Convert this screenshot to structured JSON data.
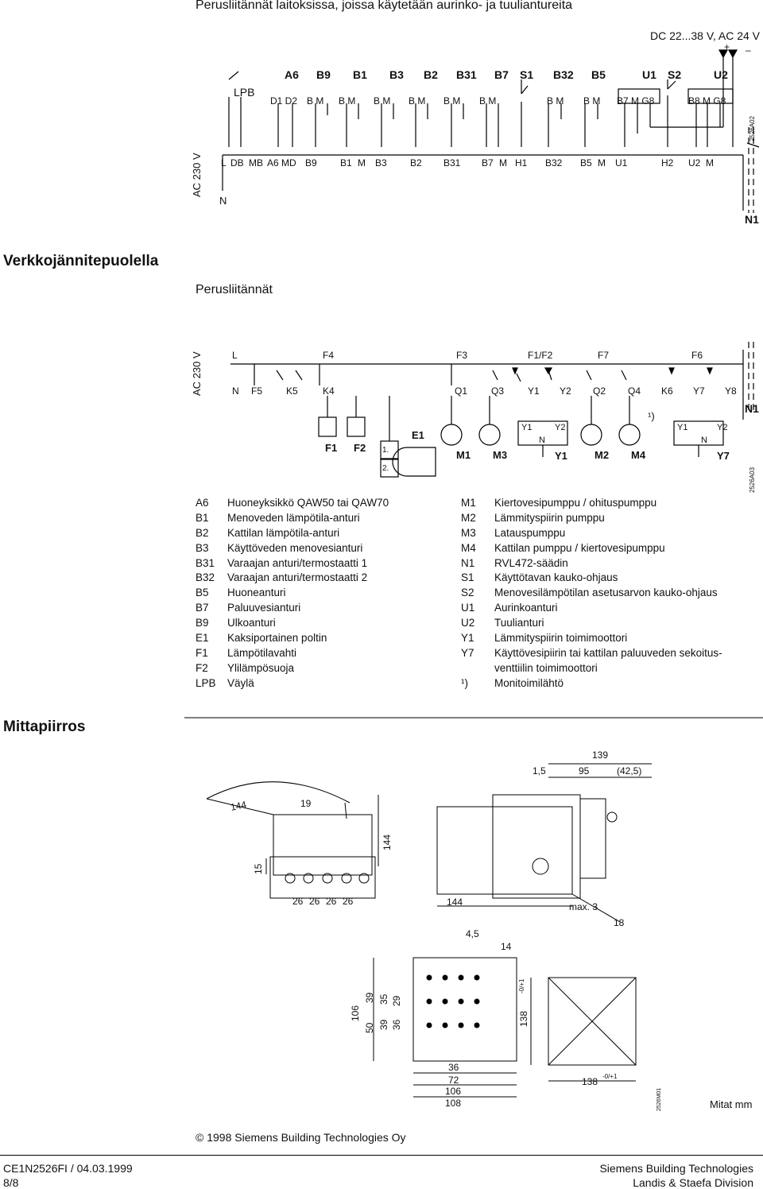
{
  "headings": {
    "top": "Perusliitännät laitoksissa, joissa käytetään aurinko- ja tuuliantureita",
    "network_side": "Verkkojännitepuolella",
    "basic": "Perusliitännät",
    "dimension": "Mittapiirros"
  },
  "diagram1": {
    "supply": "DC 22...38 V, AC 24 V",
    "plus": "+",
    "minus": "–",
    "ac_label": "AC 230 V",
    "code": "2526A02",
    "device": "N1",
    "top_row": [
      "A6",
      "B9",
      "B1",
      "B3",
      "B2",
      "B31",
      "B7",
      "S1",
      "B32",
      "B5",
      "U1",
      "S2",
      "U2"
    ],
    "lpb": "LPB",
    "bm": [
      "D1  D2",
      "B   M",
      "B   M",
      "B   M",
      "B   M",
      "B   M",
      "B   M",
      "B   M",
      "B   M",
      "B7 M G8",
      "B8 M G8"
    ],
    "bottom_terminals": [
      "L",
      "DB",
      "MB",
      "A6",
      "MD",
      "B9",
      "B1",
      "M",
      "B3",
      "B2",
      "B31",
      "B7",
      "M",
      "H1",
      "B32",
      "B5",
      "M",
      "U1",
      "H2",
      "U2",
      "M"
    ],
    "n": "N"
  },
  "diagram2": {
    "ac_label": "AC 230 V",
    "code": "2526A03",
    "device": "N1",
    "top_labels": [
      "L",
      "F4",
      "F3",
      "F1/F2",
      "F7",
      "F6"
    ],
    "row_labels": [
      "N",
      "F5",
      "K5",
      "K4",
      "Q1",
      "Q3",
      "Y1",
      "Y2",
      "Q2",
      "Q4",
      "K6",
      "Y7",
      "Y8"
    ],
    "components": [
      "F1",
      "F2",
      "E1",
      "M1",
      "M3",
      "Y1",
      "Y2",
      "N",
      "Y1",
      "M2",
      "M4",
      "Y1",
      "Y2",
      "N",
      "Y7"
    ],
    "stages": [
      "1.",
      "2."
    ],
    "note": "¹)"
  },
  "legend_left": [
    {
      "code": "A6",
      "text": "Huoneyksikkö QAW50 tai QAW70"
    },
    {
      "code": "B1",
      "text": "Menoveden lämpötila-anturi"
    },
    {
      "code": "B2",
      "text": "Kattilan lämpötila-anturi"
    },
    {
      "code": "B3",
      "text": "Käyttöveden menovesianturi"
    },
    {
      "code": "B31",
      "text": "Varaajan anturi/termostaatti 1"
    },
    {
      "code": "B32",
      "text": "Varaajan anturi/termostaatti 2"
    },
    {
      "code": "B5",
      "text": "Huoneanturi"
    },
    {
      "code": "B7",
      "text": "Paluuvesianturi"
    },
    {
      "code": "B9",
      "text": "Ulkoanturi"
    },
    {
      "code": "E1",
      "text": "Kaksiportainen poltin"
    },
    {
      "code": "F1",
      "text": "Lämpötilavahti"
    },
    {
      "code": "F2",
      "text": "Ylilämpösuoja"
    },
    {
      "code": "LPB",
      "text": "Väylä"
    }
  ],
  "legend_right": [
    {
      "code": "M1",
      "text": "Kiertovesipumppu / ohituspumppu"
    },
    {
      "code": "M2",
      "text": "Lämmityspiirin pumppu"
    },
    {
      "code": "M3",
      "text": "Latauspumppu"
    },
    {
      "code": "M4",
      "text": "Kattilan pumppu / kiertovesipumppu"
    },
    {
      "code": "N1",
      "text": "RVL472-säädin"
    },
    {
      "code": "S1",
      "text": "Käyttötavan kauko-ohjaus"
    },
    {
      "code": "S2",
      "text": "Menovesilämpötilan asetusarvon kauko-ohjaus"
    },
    {
      "code": "U1",
      "text": "Aurinkoanturi"
    },
    {
      "code": "U2",
      "text": "Tuulianturi"
    },
    {
      "code": "Y1",
      "text": "Lämmityspiirin toimimoottori"
    },
    {
      "code": "Y7",
      "text": "Käyttövesipiirin tai kattilan paluuveden sekoitus-"
    },
    {
      "code": "",
      "text": "venttiilin toimimoottori"
    },
    {
      "code": "¹)",
      "text": "Monitoimilähtö"
    }
  ],
  "dims": {
    "d139": "139",
    "d1_5": "1,5",
    "d95": "95",
    "d42_5": "(42,5)",
    "d144a": "144",
    "d19": "19",
    "d144b": "144",
    "d15": "15",
    "d26": [
      "26",
      "26",
      "26",
      "26"
    ],
    "d144c": "144",
    "dmax3": "max. 3",
    "d18": "18",
    "d4_5": "4,5",
    "d14": "14",
    "d106v": "106",
    "d50": "50",
    "d39a": "39",
    "d39b": "39",
    "d35": "35",
    "d36v": "36",
    "d29": "29",
    "d138v": "138",
    "tol": "-0/+1",
    "d36h": "36",
    "d72": "72",
    "d106h": "106",
    "d108": "108",
    "d138h": "138",
    "code": "2526M01",
    "units": "Mitat mm"
  },
  "footer": {
    "copyright": "© 1998 Siemens Building Technologies Oy",
    "doc": "CE1N2526FI / 04.03.1999",
    "page": "8/8",
    "company1": "Siemens Building Technologies",
    "company2": "Landis & Staefa Division"
  }
}
